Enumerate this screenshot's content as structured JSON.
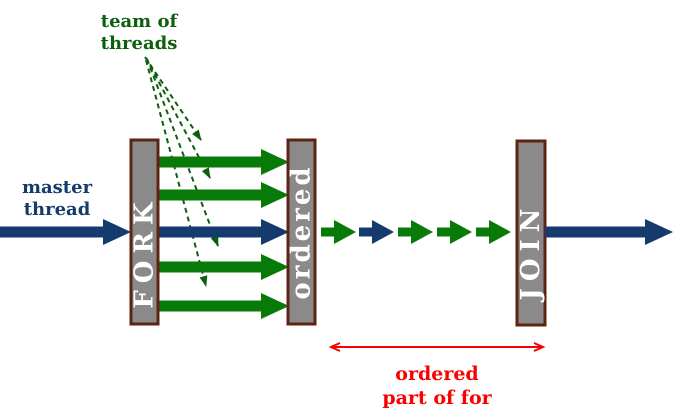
{
  "labels": {
    "team_of_threads": {
      "line1": "team of",
      "line2": "threads"
    },
    "master_thread": {
      "line1": "master",
      "line2": "thread"
    },
    "fork_bar": "FORK",
    "ordered_bar": "ordered",
    "join_bar": "JOIN",
    "ordered_annotation": {
      "line1": "ordered",
      "line2": "part of for"
    }
  },
  "colors": {
    "blue": "#143a6e",
    "green": "#077a07",
    "green_dark": "#0c5f0c",
    "red": "#fa0000",
    "bar_fill": "#8a8a8a",
    "bar_border": "#5e2411",
    "bar_text": "#ffffff",
    "background": "#ffffff"
  },
  "structure": {
    "parallel_thread_arrows": 5,
    "team_pointer_arrows": 4,
    "sequence_arrow_colors": [
      "green",
      "blue",
      "green",
      "green",
      "green"
    ]
  }
}
